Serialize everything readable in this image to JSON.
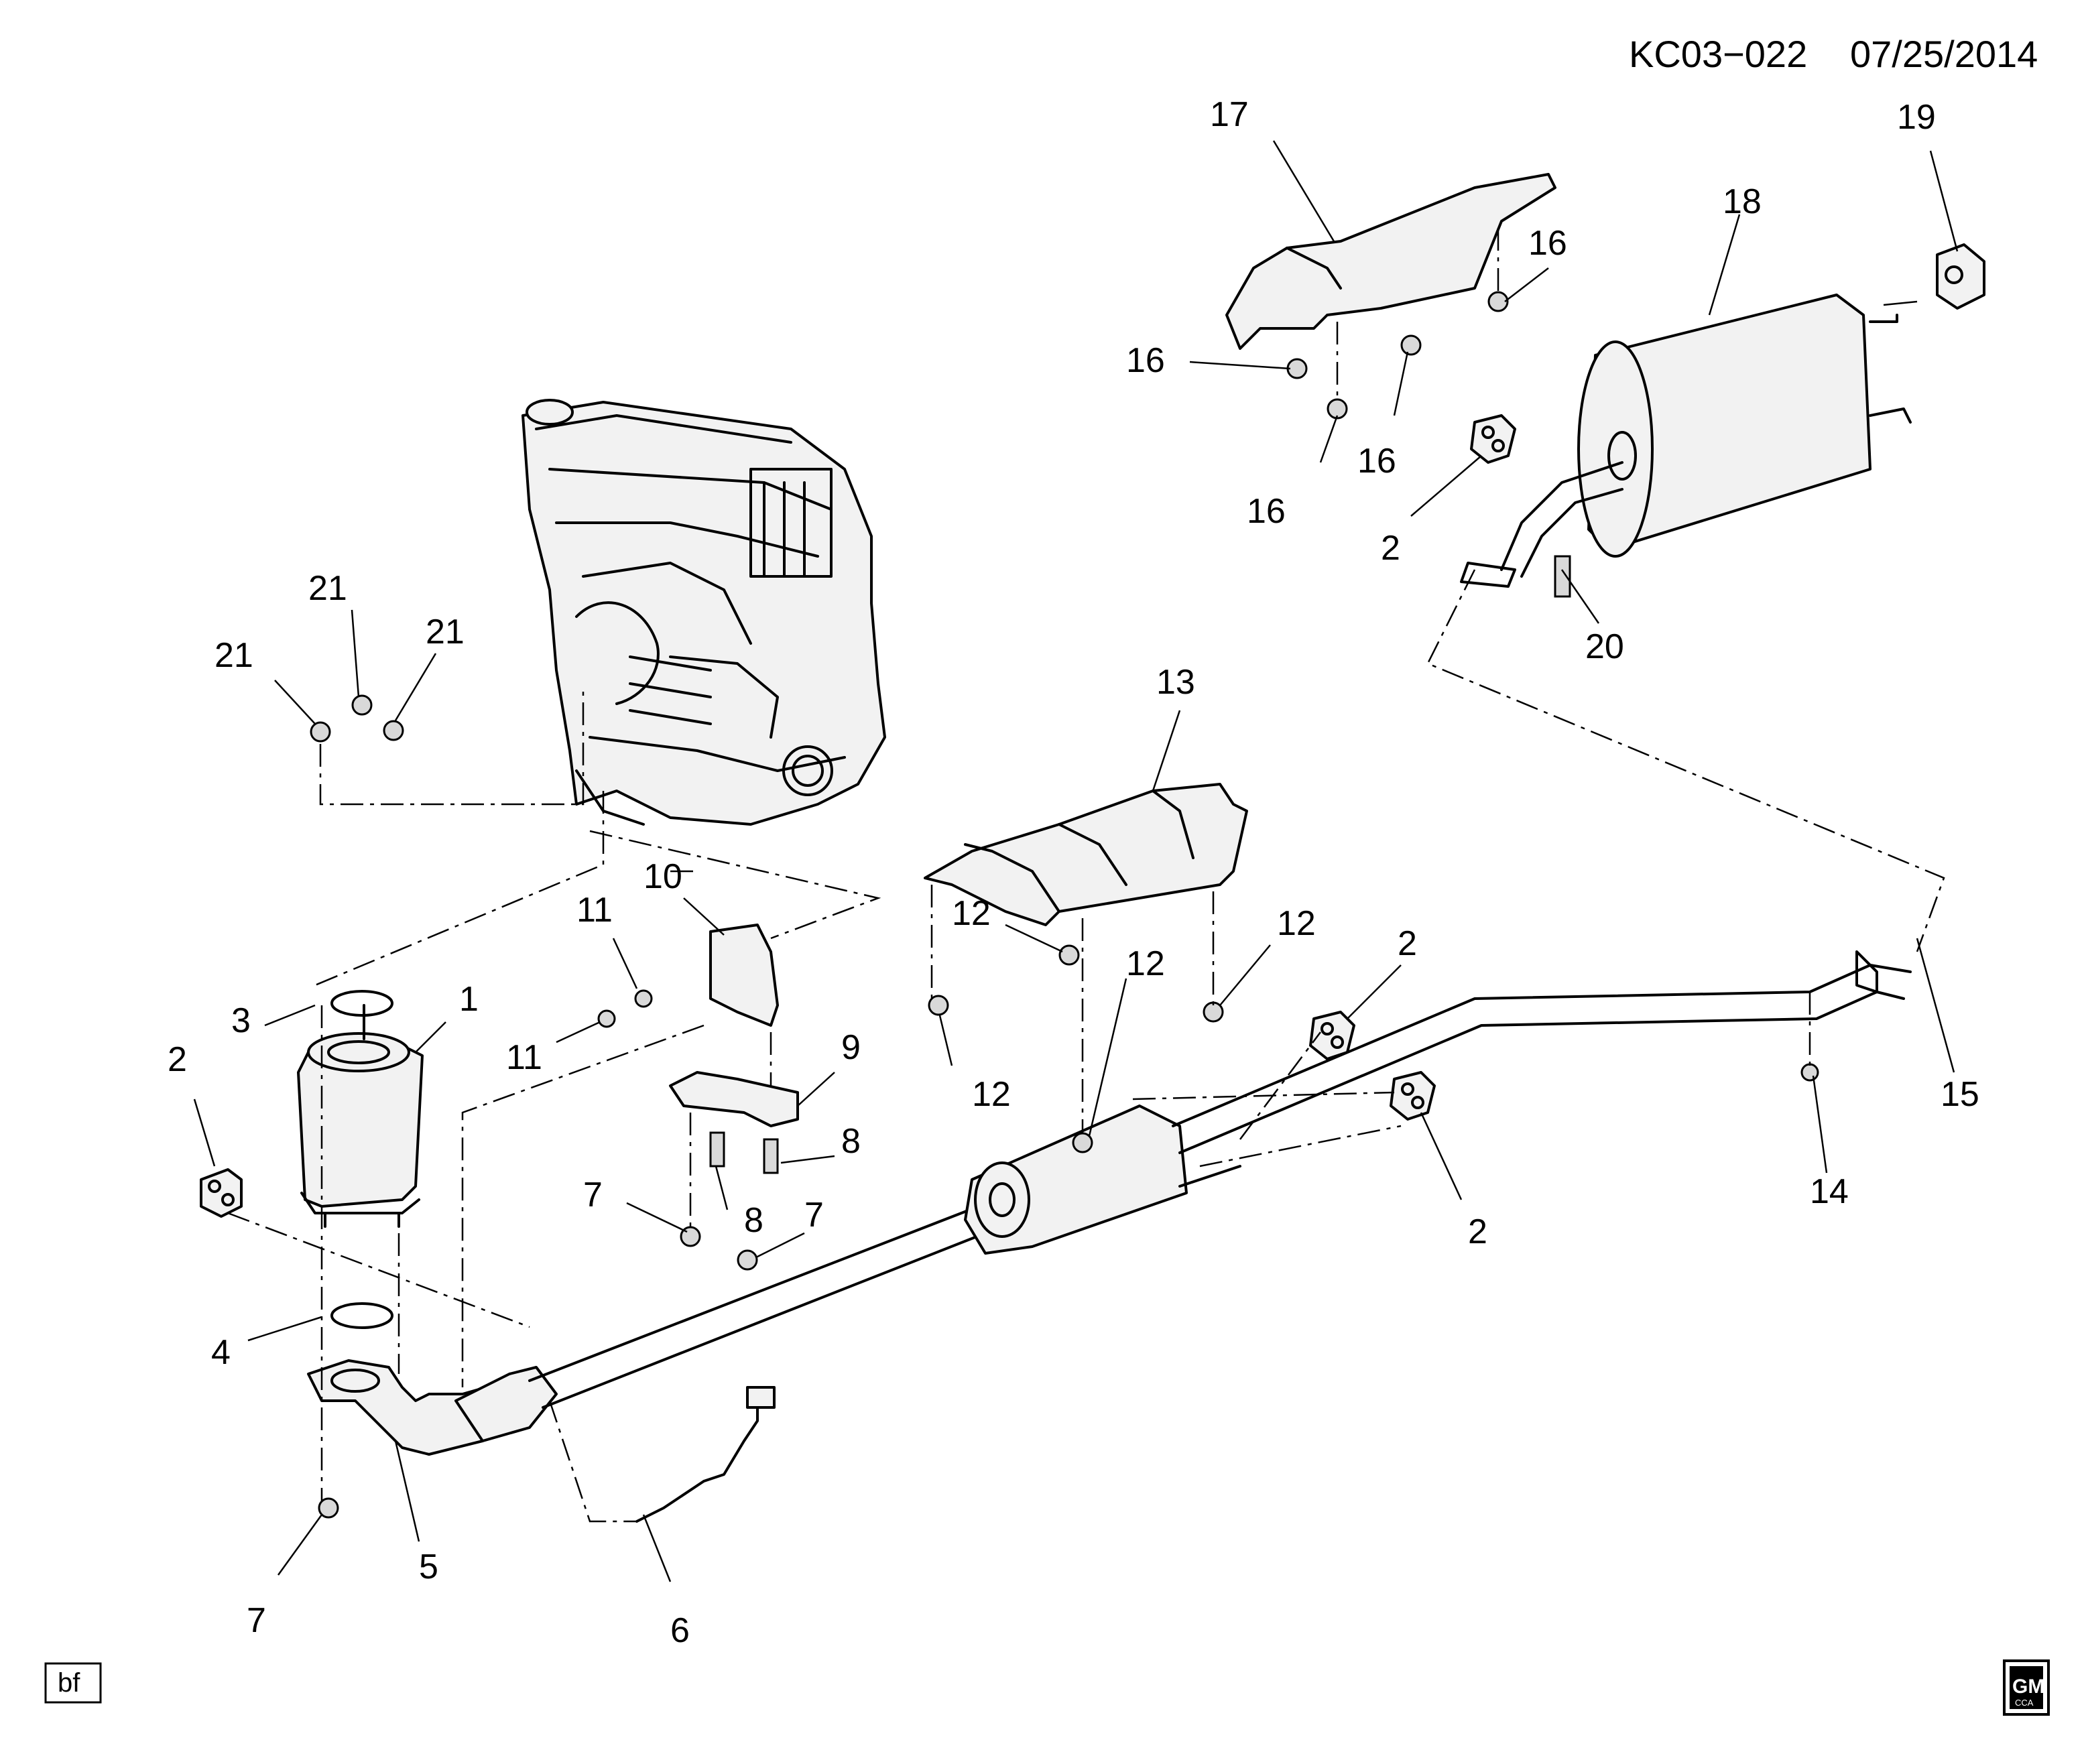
{
  "header": {
    "code": "KC03−022",
    "date": "07/25/2014"
  },
  "footer": {
    "box_text": "bf",
    "logo_text": "GM",
    "logo_subtext": "CCA"
  },
  "callouts": {
    "c1": "1",
    "c2a": "2",
    "c2b": "2",
    "c2c": "2",
    "c2d": "2",
    "c3": "3",
    "c4": "4",
    "c5": "5",
    "c6": "6",
    "c7a": "7",
    "c7b": "7",
    "c7c": "7",
    "c8a": "8",
    "c8b": "8",
    "c9": "9",
    "c10": "10",
    "c11a": "11",
    "c11b": "11",
    "c12a": "12",
    "c12b": "12",
    "c12c": "12",
    "c12d": "12",
    "c13": "13",
    "c14": "14",
    "c15": "15",
    "c16a": "16",
    "c16b": "16",
    "c16c": "16",
    "c16d": "16",
    "c17": "17",
    "c18": "18",
    "c19": "19",
    "c20": "20",
    "c21a": "21",
    "c21b": "21",
    "c21c": "21"
  }
}
